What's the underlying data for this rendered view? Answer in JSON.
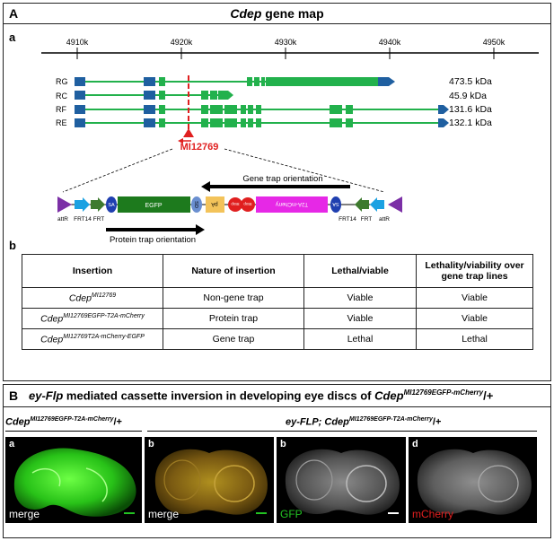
{
  "panelA": {
    "letter": "A",
    "title_gene": "Cdep",
    "title_rest": " gene map",
    "sub_a": "a",
    "ruler_ticks": [
      "4910k",
      "4920k",
      "4930k",
      "4940k",
      "4950k"
    ],
    "transcripts": [
      {
        "name": "RG",
        "kda": "473.5 kDa"
      },
      {
        "name": "RC",
        "kda": "45.9 kDa"
      },
      {
        "name": "RF",
        "kda": "131.6 kDa"
      },
      {
        "name": "RE",
        "kda": "132.1 kDa"
      }
    ],
    "insertion_label": "MI12769",
    "cassette": {
      "attR_left": "attR",
      "frt14_left": "FRT14",
      "frt_left": "FRT",
      "sa_left": "SA",
      "egfp": "EGFP",
      "sd_left": "SD",
      "pa_left": "pA",
      "stop1": "Stop",
      "stop2": "Stop",
      "t2a": "T2A-mCherry",
      "sa_right": "SA",
      "frt14_right": "FRT14",
      "frt_right": "FRT",
      "attR_right": "attR"
    },
    "gene_trap_orientation": "Gene trap orientation",
    "protein_trap_orientation": "Protein trap orientation",
    "sub_b": "b",
    "table": {
      "headers": [
        "Insertion",
        "Nature of insertion",
        "Lethal/viable",
        "Lethality/viability over gene trap lines"
      ],
      "rows": [
        {
          "ins_base": "Cdep",
          "ins_sup": "MI12769",
          "nature": "Non-gene trap",
          "lethal": "Viable",
          "over": "Viable"
        },
        {
          "ins_base": "Cdep",
          "ins_sup": "MI12769EGFP-T2A-mCherry",
          "nature": "Protein trap",
          "lethal": "Viable",
          "over": "Viable"
        },
        {
          "ins_base": "Cdep",
          "ins_sup": "MI12769T2A-mCherry-EGFP",
          "nature": "Gene trap",
          "lethal": "Lethal",
          "over": "Lethal"
        }
      ]
    }
  },
  "panelB": {
    "letter": "B",
    "title_pre": "ey-Flp",
    "title_mid": " mediated cassette inversion in developing eye discs of ",
    "title_gene": "Cdep",
    "title_sup": "MI12769EGFP-mCherry",
    "title_post": "/+",
    "left_geno_base": "Cdep",
    "left_geno_sup": "MI12769EGFP-T2A-mCherry",
    "left_geno_post": "/+",
    "right_geno_pre": "ey-FLP; Cdep",
    "right_geno_sup": "MI12769EGFP-T2A-mCherry",
    "right_geno_post": "/+",
    "images": [
      {
        "letter": "a",
        "caption": "merge"
      },
      {
        "letter": "b",
        "caption": "merge"
      },
      {
        "letter": "b",
        "caption": "GFP"
      },
      {
        "letter": "d",
        "caption": "mCherry"
      }
    ]
  }
}
